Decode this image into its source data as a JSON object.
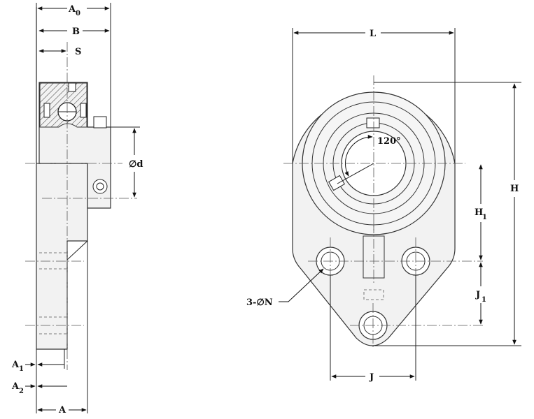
{
  "labels": {
    "A0_main": "A",
    "A0_sub": "0",
    "B": "B",
    "S": "S",
    "d": "∅d",
    "A1_main": "A",
    "A1_sub": "1",
    "A2_main": "A",
    "A2_sub": "2",
    "A": "A",
    "L": "L",
    "angle": "120°",
    "H": "H",
    "H1_main": "H",
    "H1_sub": "1",
    "J1_main": "J",
    "J1_sub": "1",
    "N": "3-∅N",
    "J": "J"
  },
  "colors": {
    "line": "#222222",
    "fill": "#f2f2f2",
    "background": "#ffffff"
  }
}
